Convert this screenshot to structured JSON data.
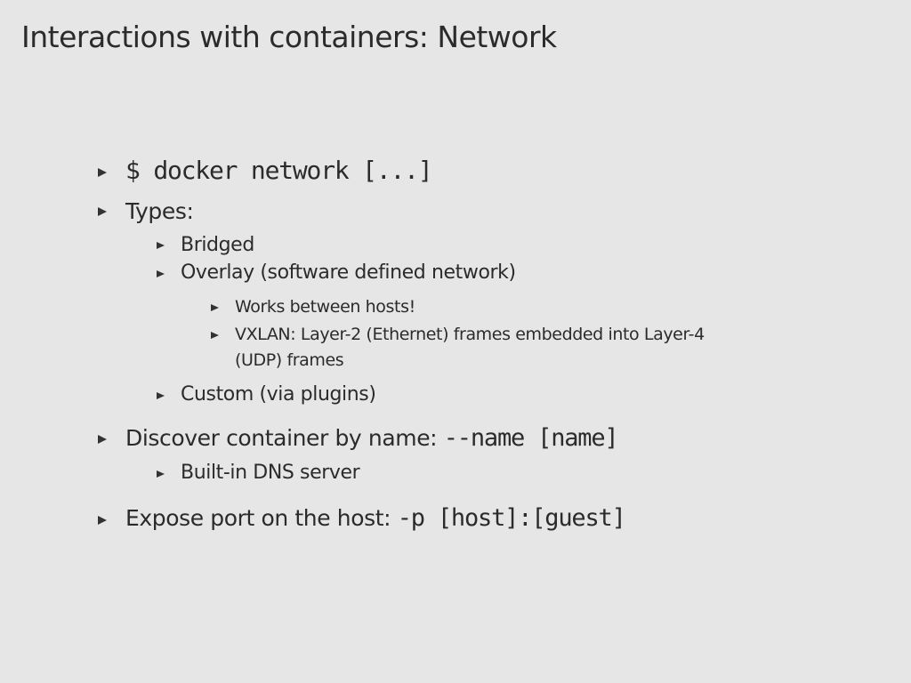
{
  "slide": {
    "title": "Interactions with containers: Network",
    "bullets": {
      "cmd": "$ docker network [...]",
      "types": "Types:",
      "bridged": "Bridged",
      "overlay": "Overlay (software defined network)",
      "works": "Works between hosts!",
      "vxlan_line1": "VXLAN: Layer-2 (Ethernet) frames embedded into Layer-4",
      "vxlan_line2": "(UDP) frames",
      "custom": "Custom (via plugins)",
      "discover_text": "Discover container by name: ",
      "discover_code": "--name [name]",
      "dns": "Built-in DNS server",
      "expose_text": "Expose port on the host: ",
      "expose_code": "-p [host]:[guest]"
    },
    "bullet_icon": "triangle-bullet-icon"
  }
}
